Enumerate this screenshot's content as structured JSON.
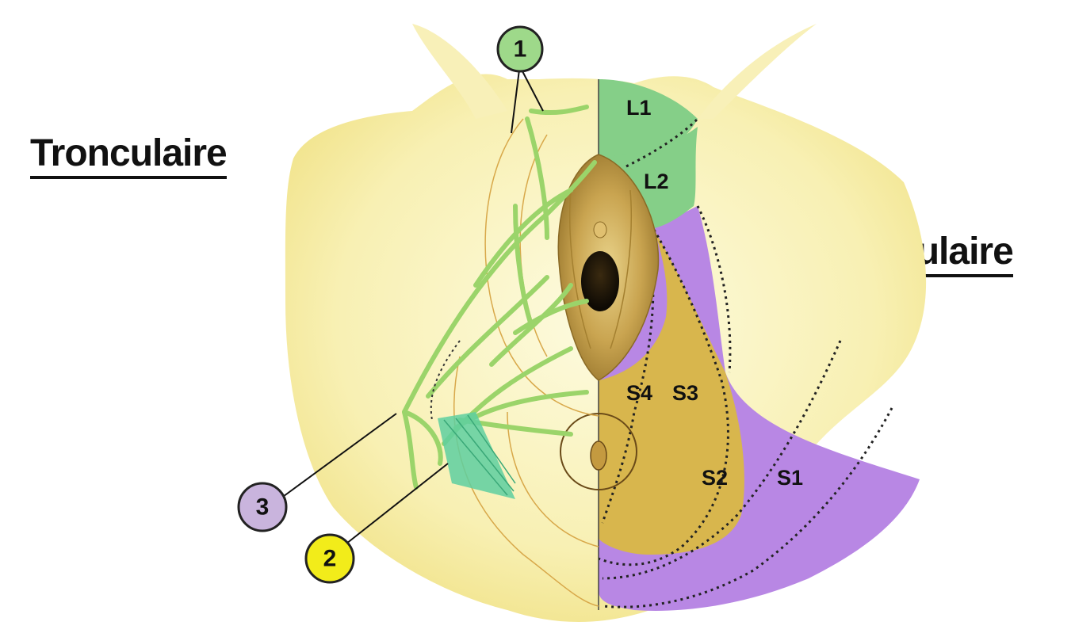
{
  "headings": {
    "left": "Tronculaire",
    "right": "Radiculaire"
  },
  "zones": {
    "l1": "L1",
    "l2": "L2",
    "s1": "S1",
    "s2": "S2",
    "s3": "S3",
    "s4": "S4"
  },
  "callouts": [
    {
      "id": "1",
      "label": "1",
      "color": "#9ed98a"
    },
    {
      "id": "2",
      "label": "2",
      "color": "#f2ec1a"
    },
    {
      "id": "3",
      "label": "3",
      "color": "#c9b4dd"
    }
  ],
  "colors": {
    "skin": "#f8f1b4",
    "skin_shade": "#f2e48a",
    "nerve_green": "#9bd46a",
    "zone_lumbar": "#85cf88",
    "zone_s1": "#b887e4",
    "zone_sacral_inner": "#d9b845",
    "teal_muscle": "#5ecfa0"
  }
}
